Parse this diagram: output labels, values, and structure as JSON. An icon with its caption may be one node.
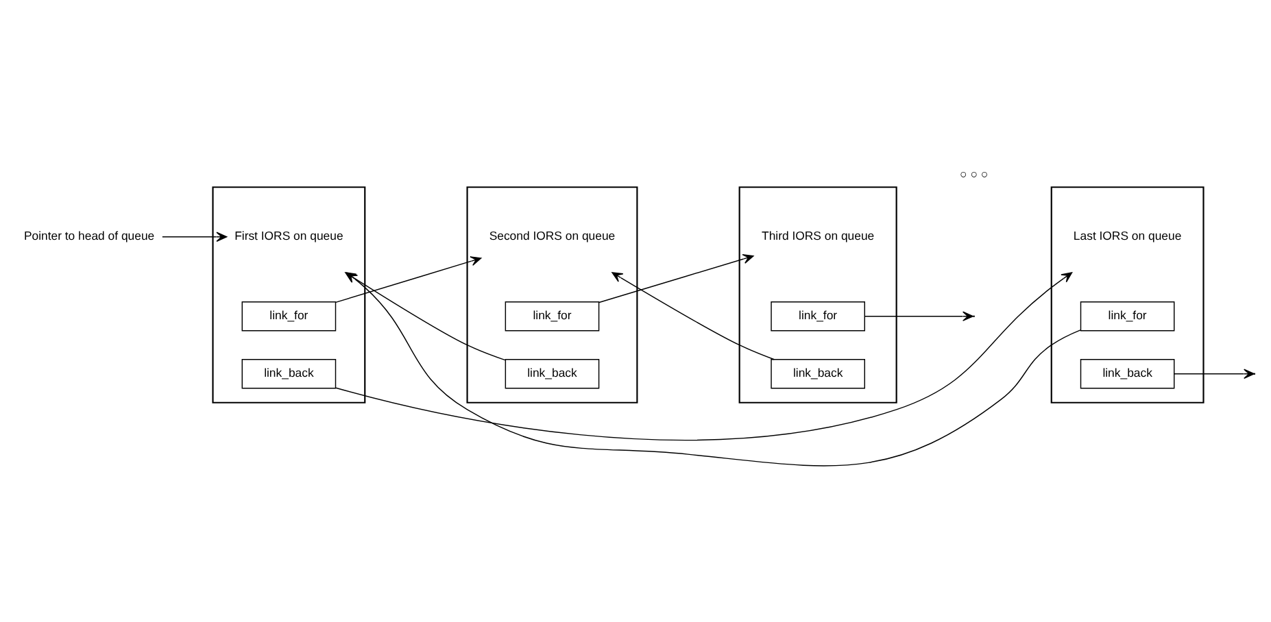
{
  "diagram": {
    "nodes": [
      {
        "text": [
          "Pointer to head of queue"
        ]
      },
      {
        "text": [
          "First IORS on queue"
        ]
      },
      {
        "text": [
          "link_for"
        ],
        "in": 1
      },
      {
        "text": [
          "link_back"
        ],
        "in": 1
      },
      {
        "text": [
          "Second IORS on queue"
        ]
      },
      {
        "text": [
          "link_for"
        ],
        "in": 4
      },
      {
        "text": [
          "link_back"
        ],
        "in": 4
      },
      {
        "text": [
          "Third IORS on queue"
        ]
      },
      {
        "text": [
          "link_for"
        ],
        "in": 7
      },
      {
        "text": [
          "link_back"
        ],
        "in": 7
      },
      {
        "text": [
          "Last IORS on queue"
        ]
      },
      {
        "text": [
          "link_for"
        ],
        "in": 10
      },
      {
        "text": [
          "link_back"
        ],
        "in": 10
      }
    ],
    "edges": [
      {
        "from": 0,
        "to": 1,
        "arrow": "to"
      },
      {
        "from": 2,
        "to": 4,
        "arrow": "to"
      },
      {
        "from": 6,
        "to": 1,
        "arrow": "to"
      },
      {
        "from": 5,
        "to": 7,
        "arrow": "to"
      },
      {
        "from": 9,
        "to": 4,
        "arrow": "to"
      },
      {
        "from": 8,
        "to": null,
        "arrow": "to"
      },
      {
        "from": 12,
        "to": null,
        "arrow": "to"
      },
      {
        "from": 11,
        "to": 1,
        "arrow": "to"
      },
      {
        "from": 3,
        "to": 10,
        "arrow": "to"
      }
    ],
    "labels": [
      "○ ○ ○"
    ]
  }
}
